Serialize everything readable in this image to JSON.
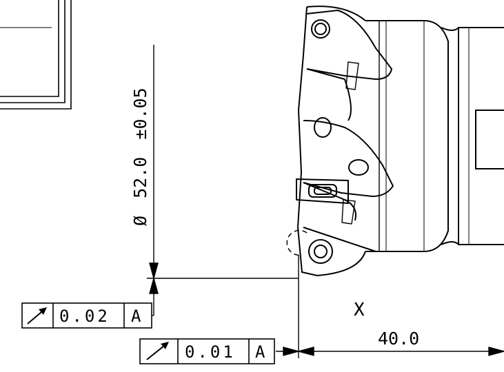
{
  "diameter_dimension": {
    "symbol": "Ø",
    "value": "52.0",
    "tolerance": "±0.05"
  },
  "length_dimension": {
    "value": "40.0"
  },
  "detail_label": "X",
  "fcf_radial": {
    "symbol": "runout-arrow-icon",
    "tolerance": "0.02",
    "datum": "A"
  },
  "fcf_axial": {
    "symbol": "runout-arrow-icon",
    "tolerance": "0.01",
    "datum": "A"
  }
}
